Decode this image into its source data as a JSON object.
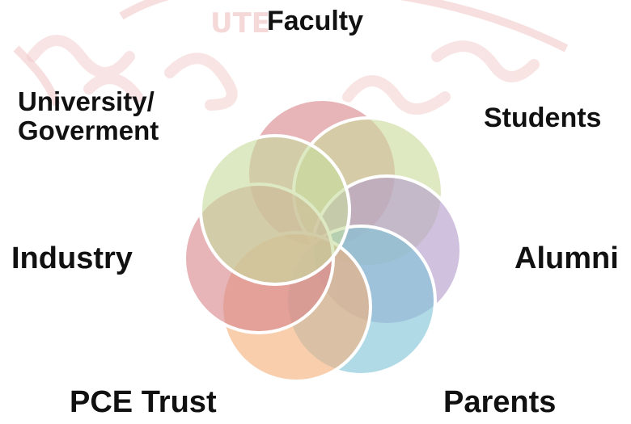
{
  "labels": {
    "faculty": "Faculty",
    "students": "Students",
    "university_line1": "University/",
    "university_line2": "Goverment",
    "industry": "Industry",
    "alumni": "Alumni",
    "pce_trust": "PCE Trust",
    "parents": "Parents"
  },
  "circles": [
    {
      "name": "faculty",
      "color": "#d9868c"
    },
    {
      "name": "students",
      "color": "#c9dc9c"
    },
    {
      "name": "alumni",
      "color": "#b39bcc"
    },
    {
      "name": "parents",
      "color": "#7fc4d6"
    },
    {
      "name": "pce-trust",
      "color": "#f4b07a"
    },
    {
      "name": "industry",
      "color": "#d9868c"
    },
    {
      "name": "university",
      "color": "#c7dc9e"
    }
  ],
  "watermark": {
    "color": "#e8a3a3"
  }
}
